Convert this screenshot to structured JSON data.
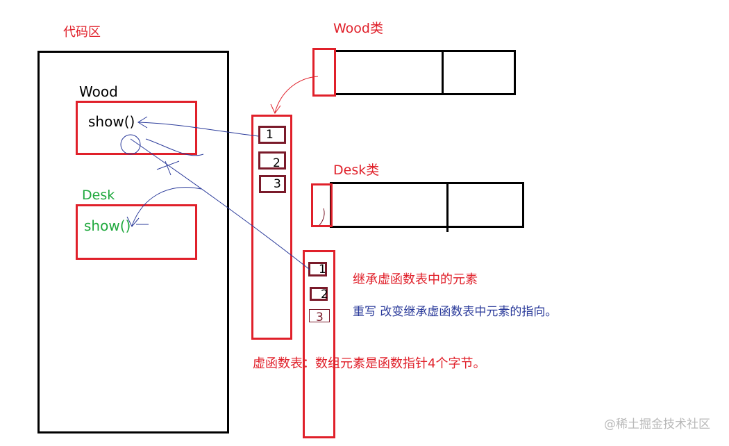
{
  "colors": {
    "red": "#e0202a",
    "dark_red": "#7a1a2a",
    "green": "#1ea83c",
    "blue": "#2a3a9a",
    "black": "#000000",
    "watermark": "#b8b8b8"
  },
  "code_area": {
    "title": "代码区",
    "wood_label": "Wood",
    "wood_method": "show()",
    "desk_label": "Desk",
    "desk_method": "show()"
  },
  "wood_class": {
    "title": "Wood类"
  },
  "desk_class": {
    "title": "Desk类"
  },
  "wood_vtable": {
    "slots": [
      "1",
      "2",
      "3"
    ]
  },
  "desk_vtable": {
    "slots": [
      "1",
      "2",
      "3"
    ]
  },
  "notes": {
    "inherit": "继承虚函数表中的元素",
    "override": "重写 改变继承虚函数表中元素的指向。",
    "vtable_desc": "虚函数表：数组元素是函数指针4个字节。"
  },
  "watermark": "@稀土掘金技术社区"
}
